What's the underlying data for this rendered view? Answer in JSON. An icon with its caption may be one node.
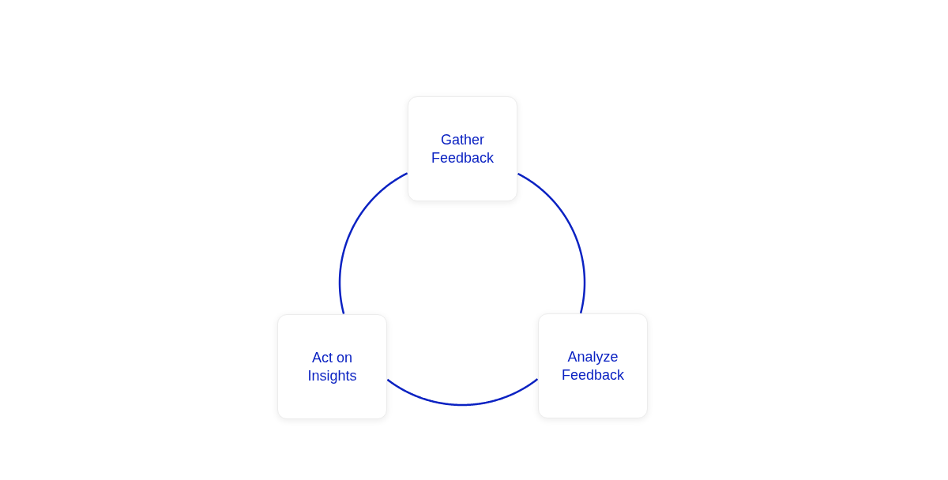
{
  "diagram": {
    "nodes": [
      {
        "text": [
          "Gather Feedback"
        ]
      },
      {
        "text": [
          "Act on Insights"
        ]
      },
      {
        "text": [
          "Analyze Feedback"
        ]
      }
    ],
    "edges": [
      {
        "from": 0,
        "to": 2,
        "arrow": "none"
      },
      {
        "from": 2,
        "to": 1,
        "arrow": "none"
      },
      {
        "from": 1,
        "to": 0,
        "arrow": "none"
      }
    ]
  }
}
